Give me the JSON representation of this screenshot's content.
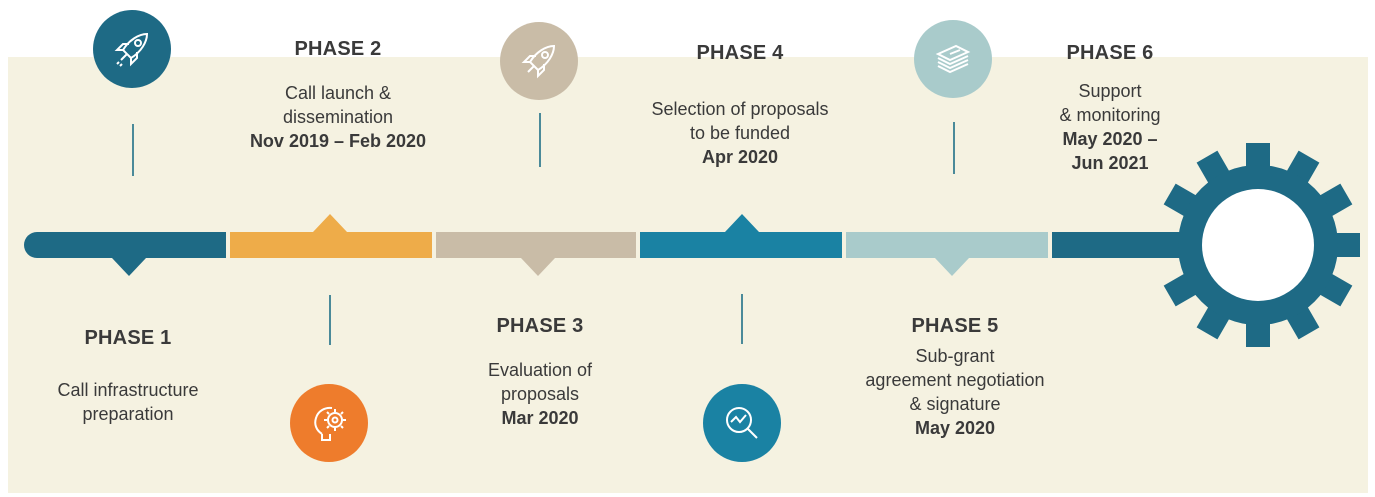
{
  "colors": {
    "background_band": "#f5f2e1",
    "phase1": "#1e6a85",
    "phase2": "#eeac49",
    "phase3": "#c9bca7",
    "phase4": "#1a82a3",
    "phase5": "#a9cbcb",
    "phase6": "#1e6a85",
    "gear": "#1e6a85",
    "icon_orange": "#ee7c2c"
  },
  "phases": [
    {
      "title": "PHASE 1",
      "desc": [
        "Call infrastructure",
        "preparation"
      ],
      "date": "",
      "icon": "lightbulb-gear-icon"
    },
    {
      "title": "PHASE 2",
      "desc": [
        "Call launch &",
        "dissemination"
      ],
      "date": "Nov 2019 – Feb 2020",
      "icon": "rocket-icon"
    },
    {
      "title": "PHASE 3",
      "desc": [
        "Evaluation of",
        "proposals"
      ],
      "date": "Mar 2020",
      "icon": "rocket-icon"
    },
    {
      "title": "PHASE 4",
      "desc": [
        "Selection of proposals",
        "to be funded"
      ],
      "date": "Apr 2020",
      "icon": "magnifier-chart-icon"
    },
    {
      "title": "PHASE 5",
      "desc": [
        "Sub-grant",
        "agreement negotiation",
        "& signature"
      ],
      "date": "May 2020",
      "icon": "money-stack-icon"
    },
    {
      "title": "PHASE 6",
      "desc": [
        "Support",
        "& monitoring"
      ],
      "date_lines": [
        "May 2020 –",
        "Jun 2021"
      ],
      "icon": "gear-icon"
    }
  ]
}
